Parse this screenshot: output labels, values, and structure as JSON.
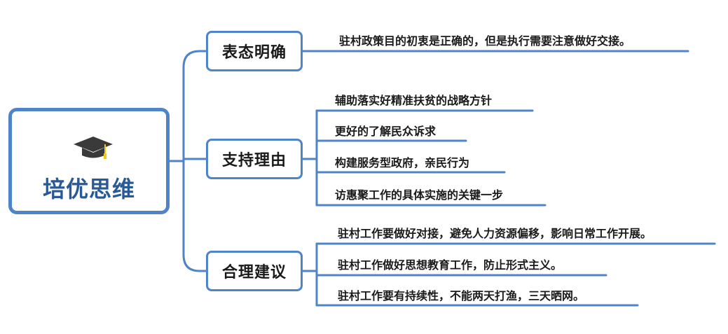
{
  "root": {
    "title": "培优思维",
    "icon": "graduation-cap-icon"
  },
  "branches": [
    {
      "label": "表态明确",
      "items": [
        "驻村政策目的初衷是正确的，但是执行需要注意做好交接。"
      ]
    },
    {
      "label": "支持理由",
      "items": [
        "辅助落实好精准扶贫的战略方针",
        "更好的了解民众诉求",
        "构建服务型政府，亲民行为",
        "访惠聚工作的具体实施的关键一步"
      ]
    },
    {
      "label": "合理建议",
      "items": [
        "驻村工作要做好对接，避免人力资源偏移，影响日常工作开展。",
        "驻村工作做好思想教育工作，防止形式主义。",
        "驻村工作要有持续性，不能两天打渔，三天晒网。"
      ]
    }
  ],
  "colors": {
    "line": "#4f84c8",
    "root_text": "#2a5a95",
    "text": "#1a1a1a",
    "cap": "#3a3a3a",
    "tassel": "#f5c518"
  }
}
